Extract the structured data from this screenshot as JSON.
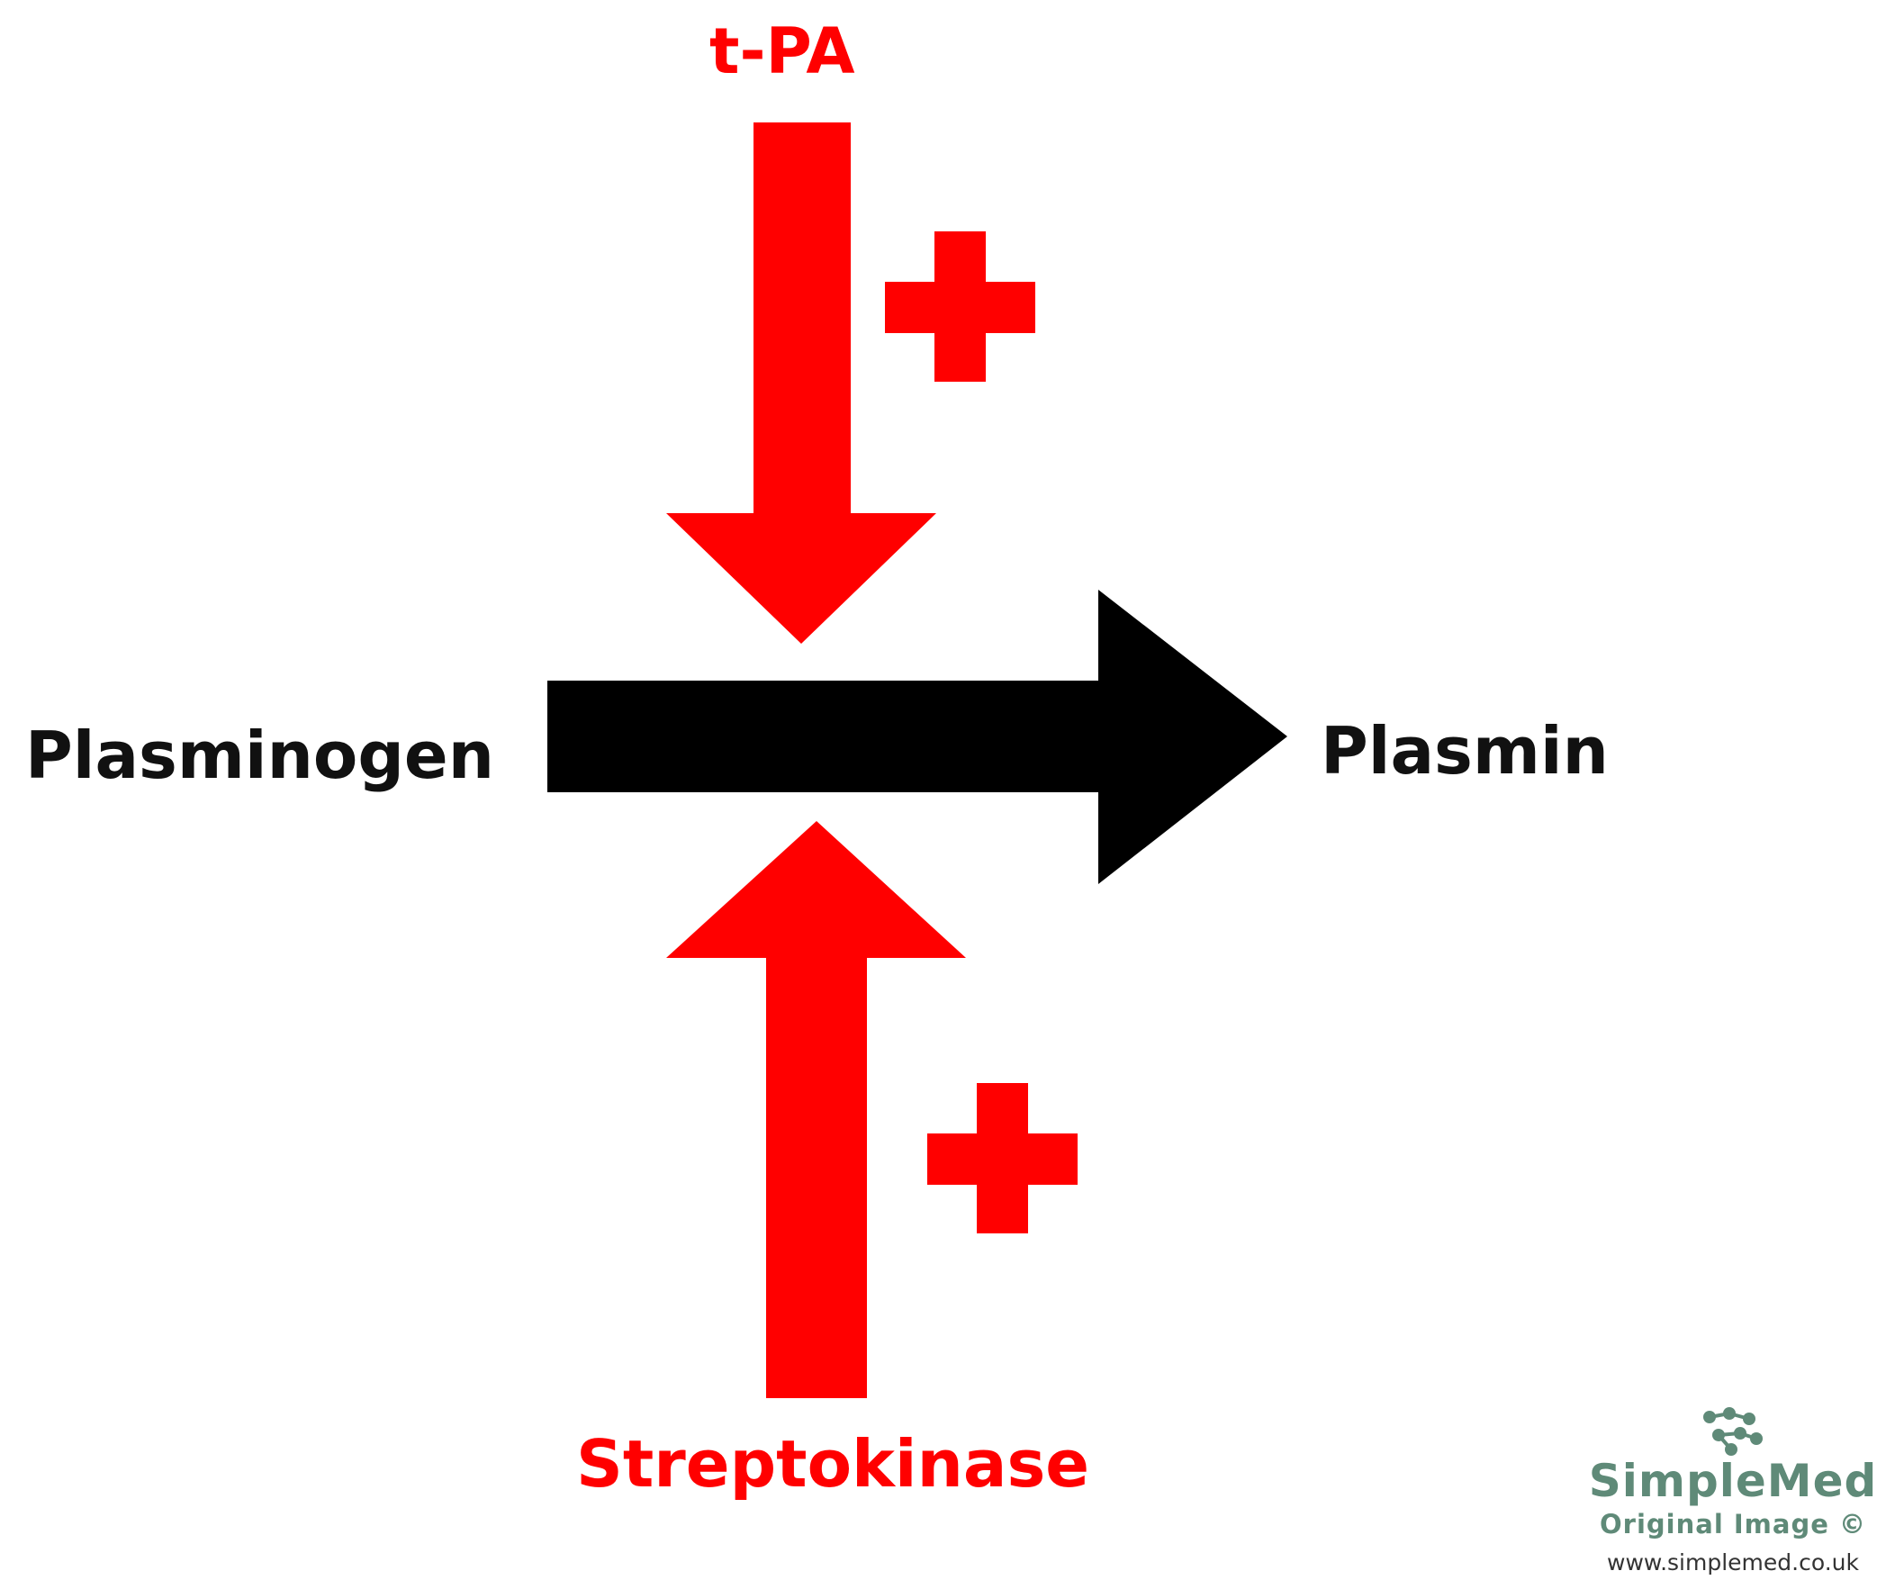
{
  "labels": {
    "activator_top": "t-PA",
    "substrate": "Plasminogen",
    "product": "Plasmin",
    "activator_bottom": "Streptokinase",
    "sign_top": "+",
    "sign_bottom": "+"
  },
  "watermark": {
    "brand": "SimpleMed",
    "subtitle": "Original Image ©",
    "url": "www.simplemed.co.uk"
  },
  "colors": {
    "activator": "#ff0000",
    "conversion_arrow": "#000000",
    "label_text": "#111111",
    "brand": "#5f8a78"
  },
  "icons": {
    "top_arrow": "arrow-down-icon",
    "bottom_arrow": "arrow-up-icon",
    "main_arrow": "arrow-right-icon",
    "plus": "plus-icon",
    "logo": "molecule-logo-icon"
  }
}
